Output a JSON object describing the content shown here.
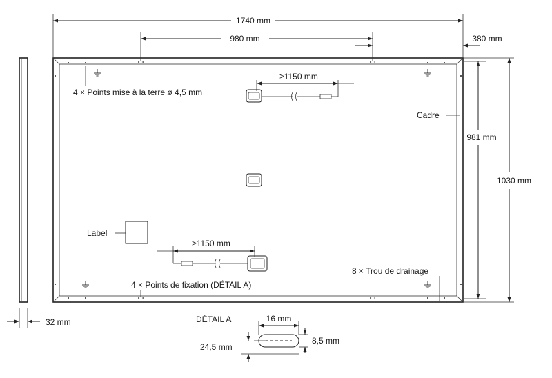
{
  "colors": {
    "line": "#222222",
    "text": "#1a1a1a",
    "background": "#ffffff"
  },
  "dimensions": {
    "width_total": "1740 mm",
    "mount_spacing": "980 mm",
    "edge_offset": "380 mm",
    "mount_height": "981 mm",
    "height_total": "1030 mm",
    "thickness": "32 mm",
    "cable_top": "≥1150 mm",
    "cable_bottom": "≥1150 mm"
  },
  "labels": {
    "grounding_points": "4 × Points mise à la terre ø 4,5 mm",
    "frame": "Cadre",
    "label": "Label",
    "mounting_points": "4 × Points de fixation (DÉTAIL A)",
    "drainage_holes": "8 × Trou de drainage"
  },
  "detail": {
    "title": "DÉTAIL A",
    "slot_length": "16 mm",
    "slot_width": "8,5 mm",
    "slot_offset": "24,5 mm"
  },
  "icons": [
    "ground-symbol-icon",
    "junction-box-icon",
    "connector-icon"
  ]
}
